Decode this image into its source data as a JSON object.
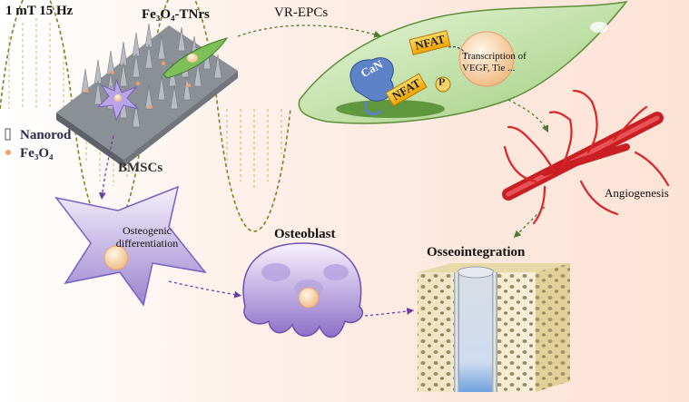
{
  "labels": {
    "field": "1 mT 15 Hz",
    "tnrs": "Fe₃O₄-TNrs",
    "vr_epcs": "VR-EPCs",
    "nfat": "NFAT",
    "can": "CaN",
    "p": "P",
    "transcription": "Transcription of VEGF, Tie ...",
    "nanorod": "Nanorod",
    "fe3o4": "Fe₃O₄",
    "bmscs": "BMSCs",
    "osteogenic": "Osteogenic differentiation",
    "osteoblast": "Osteoblast",
    "osseointegration": "Osseointegration",
    "angiogenesis": "Angiogenesis"
  },
  "colors": {
    "wave": "#8a7a24",
    "arrow": "#6a3fa0",
    "arrow_green": "#4c7a32",
    "epc_cell": "#b8dc9c",
    "vessel": "#d8262a",
    "bmsc_cell": "#c9bce6",
    "nucleus": "#f6d39a",
    "implant": "#c8d8ee"
  }
}
